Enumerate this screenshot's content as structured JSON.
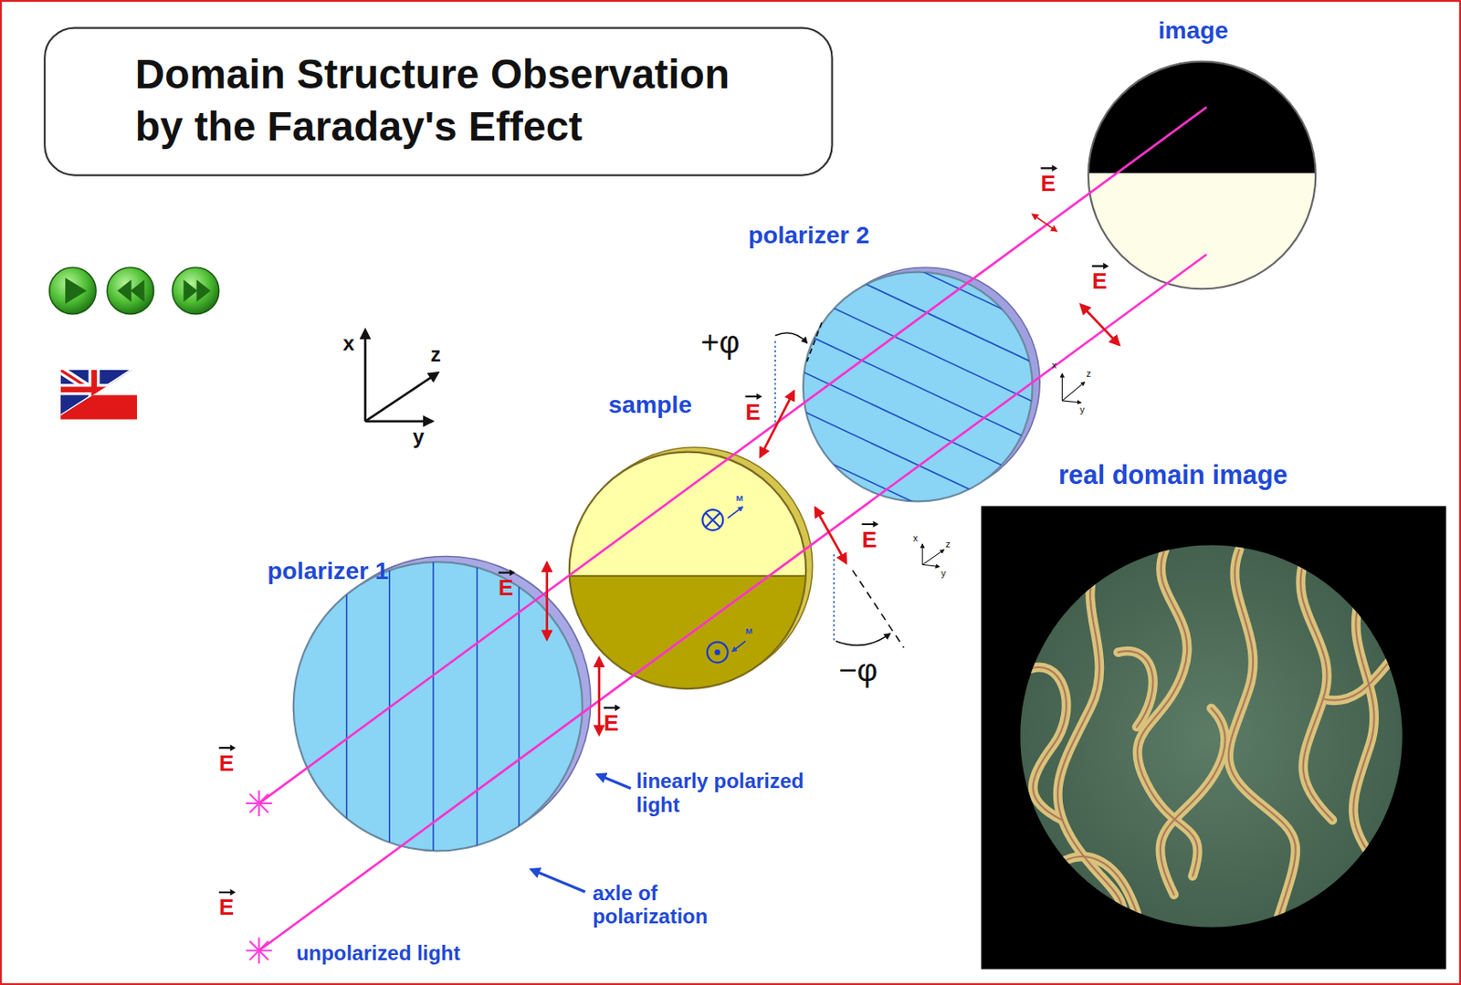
{
  "diagram": {
    "title": "Domain Structure Observation by the Faraday's Effect",
    "labels": [
      "image",
      "E",
      "E",
      "polarizer 2",
      "+φ",
      "x",
      "z",
      "y",
      "sample",
      "E",
      "M",
      "E",
      "x",
      "z",
      "y",
      "M",
      "−φ",
      "real domain image",
      "x",
      "z",
      "y",
      "polarizer 1",
      "E",
      "E",
      "linearly polarized light",
      "axle of polarization",
      "E",
      "E",
      "unpolarized light"
    ]
  }
}
